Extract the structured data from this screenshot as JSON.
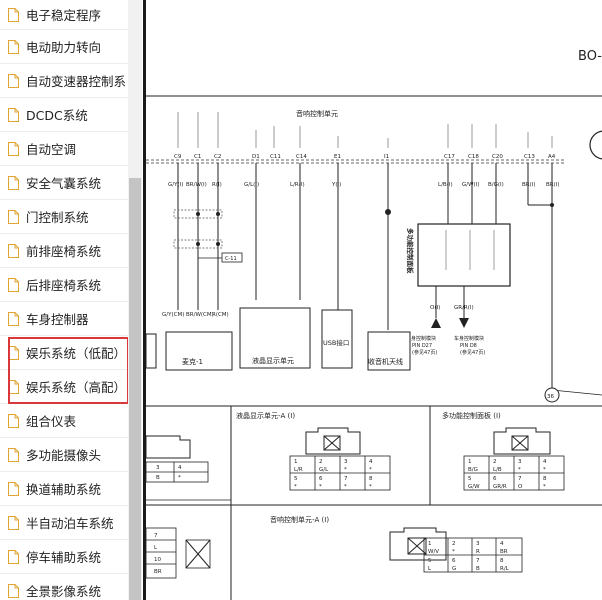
{
  "sidebar": {
    "items": [
      {
        "label": "电子稳定程序"
      },
      {
        "label": "电动助力转向"
      },
      {
        "label": "自动变速器控制系"
      },
      {
        "label": "DCDC系统"
      },
      {
        "label": "自动空调"
      },
      {
        "label": "安全气囊系统"
      },
      {
        "label": "门控制系统"
      },
      {
        "label": "前排座椅系统"
      },
      {
        "label": "后排座椅系统"
      },
      {
        "label": "车身控制器"
      },
      {
        "label": "娱乐系统（低配）"
      },
      {
        "label": "娱乐系统（高配）"
      },
      {
        "label": "组合仪表"
      },
      {
        "label": "多功能摄像头"
      },
      {
        "label": "换道辅助系统"
      },
      {
        "label": "半自动泊车系统"
      },
      {
        "label": "停车辅助系统"
      },
      {
        "label": "全景影像系统"
      }
    ],
    "highlight_color": "#d9373a"
  },
  "diagram": {
    "page_code": "BO-",
    "module_title": "音响控制单元",
    "mic_label": "麦克-1",
    "lcd_label": "液晶显示单元",
    "usb_label": "USB接口",
    "antenna_label": "收音机天线",
    "mfp_label": "多功能控制面板",
    "c11": "C-11",
    "pin_left": "车身控制模块\nPIN D27\n(参见47页)",
    "pin_right": "车身控制模块\nPIN D8\n(参见47页)",
    "pin_left_l1": "车身控制模块",
    "pin_left_l2": "PIN D27",
    "pin_left_l3": "(参见47页)",
    "pin_right_l1": "车身控制模块",
    "pin_right_l2": "PIN D8",
    "pin_right_l3": "(参见47页)",
    "wire_o": "O(I)",
    "wire_grr": "GR/R(I)",
    "ground_num": "36",
    "conn_lcd_title": "液晶显示单元-A (I)",
    "conn_mfp_title": "多功能控制面板 (I)",
    "conn_audio_title": "音响控制单元-A (I)",
    "pins_top": [
      "C9",
      "C1",
      "C2",
      "D1",
      "C11",
      "C14",
      "E1",
      "I1",
      "C17",
      "C18",
      "C20",
      "C13",
      "A4"
    ],
    "wires_top": [
      "G/Y(I)",
      "BR/W(I)",
      "R(I)",
      "G/L(I)",
      "L/R(I)",
      "Y(I)",
      "L/B(I)",
      "G/W(I)",
      "B/G(I)",
      "BR(I)",
      "BR(I)"
    ],
    "wires_bottom": [
      "G/Y(CM)",
      "BR/W(CM)",
      "R(CM)"
    ],
    "lcd_grid": [
      [
        "1",
        "2",
        "3",
        "4"
      ],
      [
        "L/R",
        "G/L",
        "*",
        "*"
      ],
      [
        "5",
        "6",
        "7",
        "8"
      ],
      [
        "*",
        "*",
        "*",
        "*"
      ]
    ],
    "mfp_grid": [
      [
        "1",
        "2",
        "3",
        "4"
      ],
      [
        "B/G",
        "L/B",
        "*",
        "*"
      ],
      [
        "5",
        "6",
        "7",
        "8"
      ],
      [
        "G/W",
        "GR/R",
        "O",
        "*"
      ]
    ],
    "audio_grid": [
      [
        "1",
        "2",
        "3",
        "4"
      ],
      [
        "W/V",
        "*",
        "R",
        "BR"
      ],
      [
        "5",
        "6",
        "7",
        "8"
      ],
      [
        "L",
        "G",
        "B",
        "R/L"
      ]
    ],
    "left_small": [
      [
        "3",
        "",
        "4"
      ],
      [
        "B",
        "",
        "*"
      ]
    ],
    "left_lower": [
      [
        "7"
      ],
      [
        "L"
      ],
      [
        "10"
      ],
      [
        "BR"
      ]
    ]
  }
}
